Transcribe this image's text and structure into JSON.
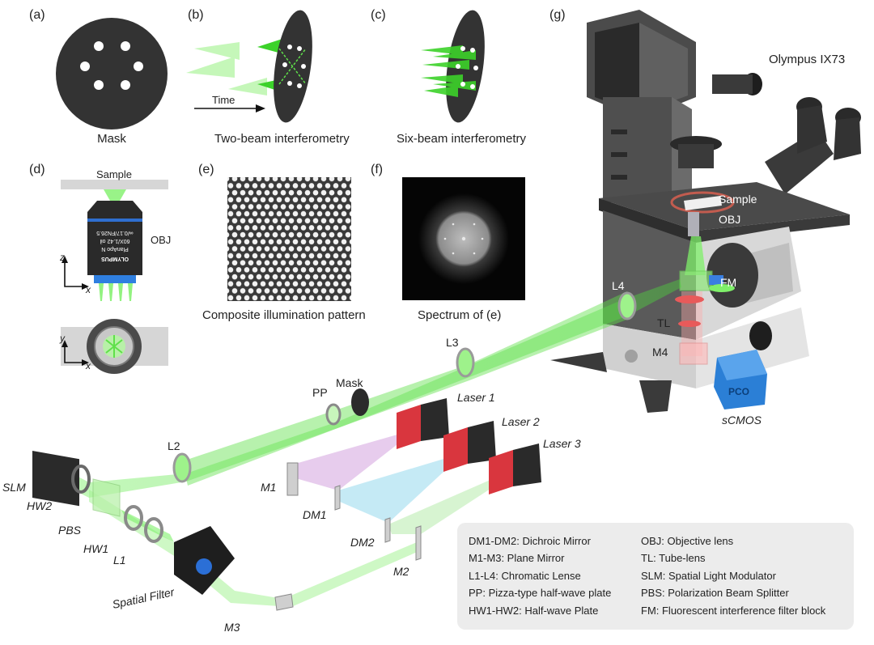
{
  "panels": {
    "a": {
      "tag": "(a)",
      "caption": "Mask"
    },
    "b": {
      "tag": "(b)",
      "caption": "Two-beam interferometry",
      "arrow_label": "Time"
    },
    "c": {
      "tag": "(c)",
      "caption": "Six-beam interferometry"
    },
    "d": {
      "tag": "(d)",
      "sample_label": "Sample",
      "obj_label": "OBJ",
      "axis_z": "z",
      "axis_x": "x",
      "axis_y": "y",
      "objective_text": [
        "OLYMPUS",
        "PlanApo N",
        "60X/1.42 oil",
        "∞/0.17/FN26.5"
      ]
    },
    "e": {
      "tag": "(e)",
      "caption": "Composite illumination pattern"
    },
    "f": {
      "tag": "(f)",
      "caption": "Spectrum of (e)"
    },
    "g": {
      "tag": "(g)",
      "microscope_label": "Olympus IX73"
    }
  },
  "setup_labels": {
    "sample": "Sample",
    "obj": "OBJ",
    "fm": "FM",
    "tl": "TL",
    "m4": "M4",
    "l4": "L4",
    "l3": "L3",
    "pp": "PP",
    "mask": "Mask",
    "l2": "L2",
    "slm": "SLM",
    "hw2": "HW2",
    "pbs": "PBS",
    "hw1": "HW1",
    "l1": "L1",
    "spatial_filter": "Spatial Filter",
    "m3": "M3",
    "m2": "M2",
    "m1": "M1",
    "dm1": "DM1",
    "dm2": "DM2",
    "laser1": "Laser 1",
    "laser2": "Laser 2",
    "laser3": "Laser 3",
    "scmos": "sCMOS",
    "camera_brand": "PCO"
  },
  "legend": {
    "left": [
      "DM1-DM2: Dichroic Mirror",
      "M1-M3: Plane Mirror",
      "L1-L4: Chromatic Lense",
      "PP: Pizza-type half-wave plate",
      "HW1-HW2: Half-wave Plate"
    ],
    "right": [
      "OBJ: Objective lens",
      "TL: Tube-lens",
      "SLM: Spatial Light Modulator",
      "PBS: Polarization Beam Splitter",
      "FM: Fluorescent interference filter block"
    ]
  },
  "colors": {
    "beam_green": "#5fe04a",
    "laser_purple": "#c98fd8",
    "laser_blue": "#7fd0e8",
    "laser_body": "#d9363e",
    "camera_blue": "#2b7fd6",
    "microscope_gray": "#5a5a5a",
    "legend_bg": "#ececec"
  }
}
